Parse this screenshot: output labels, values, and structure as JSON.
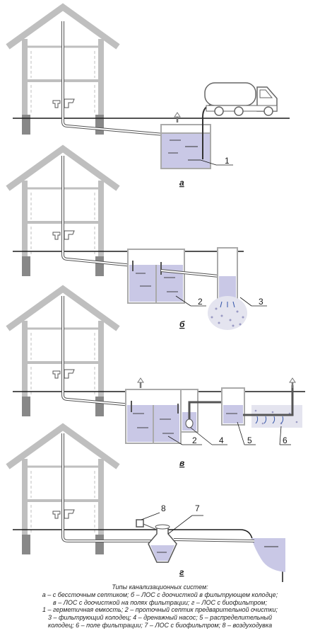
{
  "diagrams": [
    {
      "letter": "а",
      "callouts": [
        "1"
      ]
    },
    {
      "letter": "б",
      "callouts": [
        "2",
        "3"
      ]
    },
    {
      "letter": "в",
      "callouts": [
        "2",
        "4",
        "5",
        "6"
      ]
    },
    {
      "letter": "г",
      "callouts": [
        "7",
        "8"
      ]
    }
  ],
  "caption": {
    "lines": [
      "Типы канализационных систем:",
      "а – с бессточным септиком; б – ЛОС с доочисткой в фильтрующем колодце;",
      "в – ЛОС с доочисткой на полях фильтрации; г – ЛОС с биофильтром;",
      "1 – герметичная емкость; 2 – проточный септик предварительной очистки;",
      "3 – фильтрующий колодец; 4 – дренажный насос; 5 – распределительный",
      "колодец; 6 – поле фильтрации; 7 – ЛОС с биофильтром; 8 – воздуходувка"
    ]
  },
  "colors": {
    "house": "#bfbfbf",
    "line": "#1a1a1a",
    "pipe_stroke": "#555555",
    "water": "#c9c8e6",
    "tank_wall": "#aaaaaa",
    "gravel": "#d9d9e8"
  }
}
